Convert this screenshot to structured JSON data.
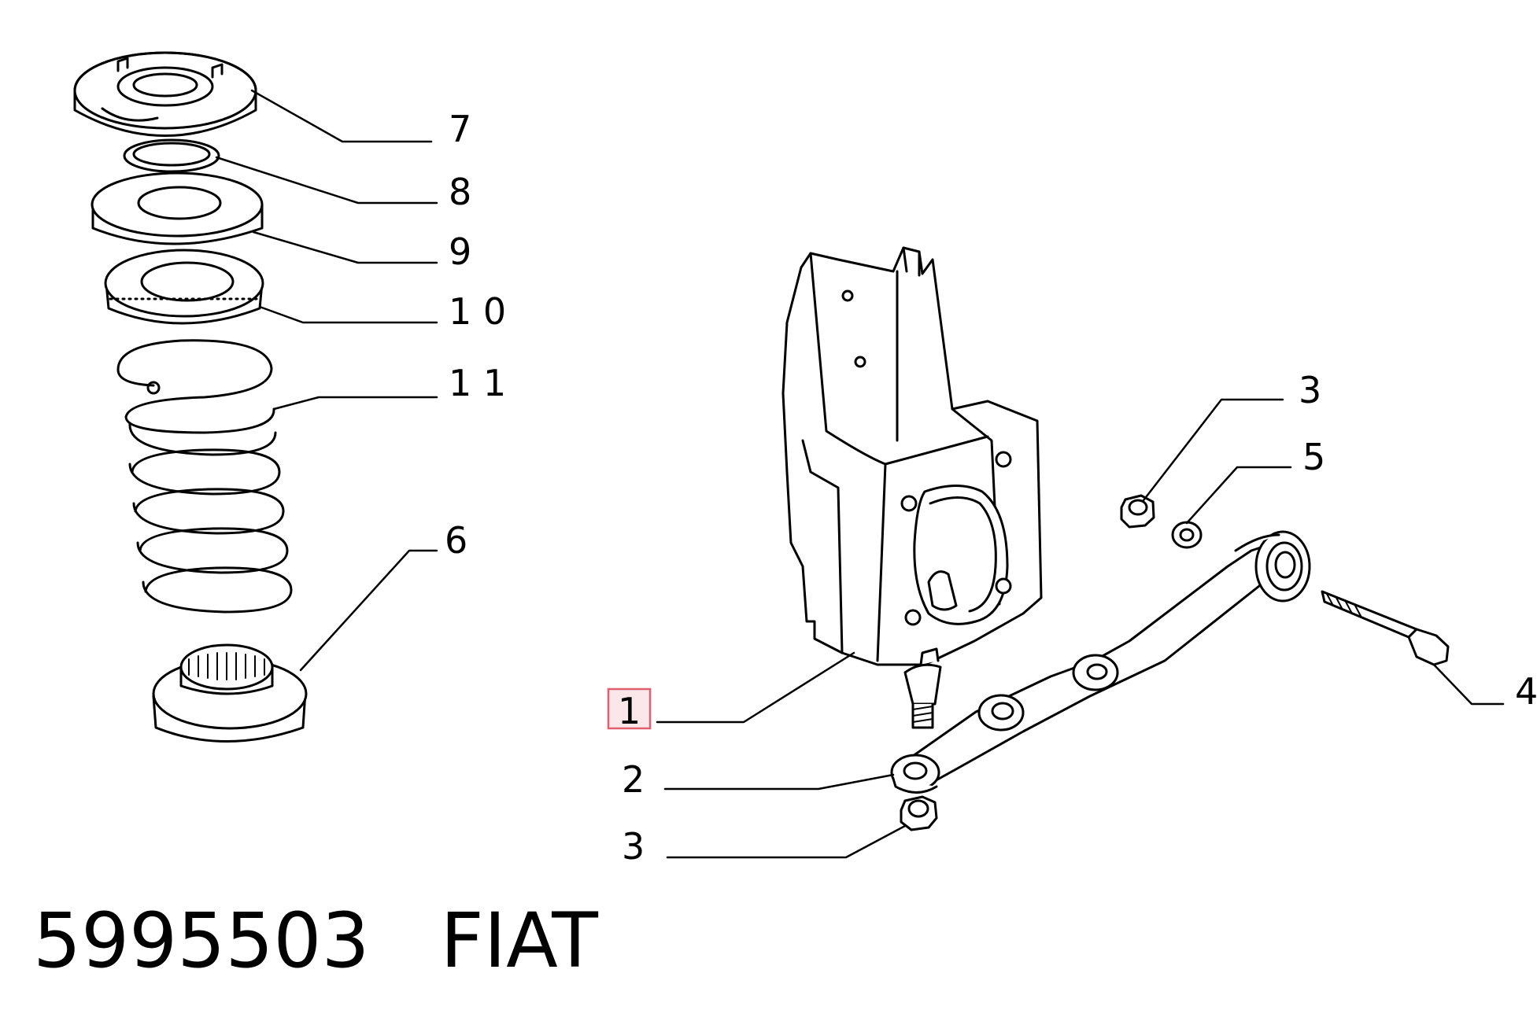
{
  "callouts": {
    "c7": "7",
    "c8": "8",
    "c9": "9",
    "c10": "1 0",
    "c11": "1 1",
    "c6": "6",
    "c1": "1",
    "c2": "2",
    "c3_top": "3",
    "c5": "5",
    "c4": "4",
    "c3_bottom": "3"
  },
  "highlight_color": "#e06070",
  "part_number": "5995503",
  "brand": "FIAT"
}
